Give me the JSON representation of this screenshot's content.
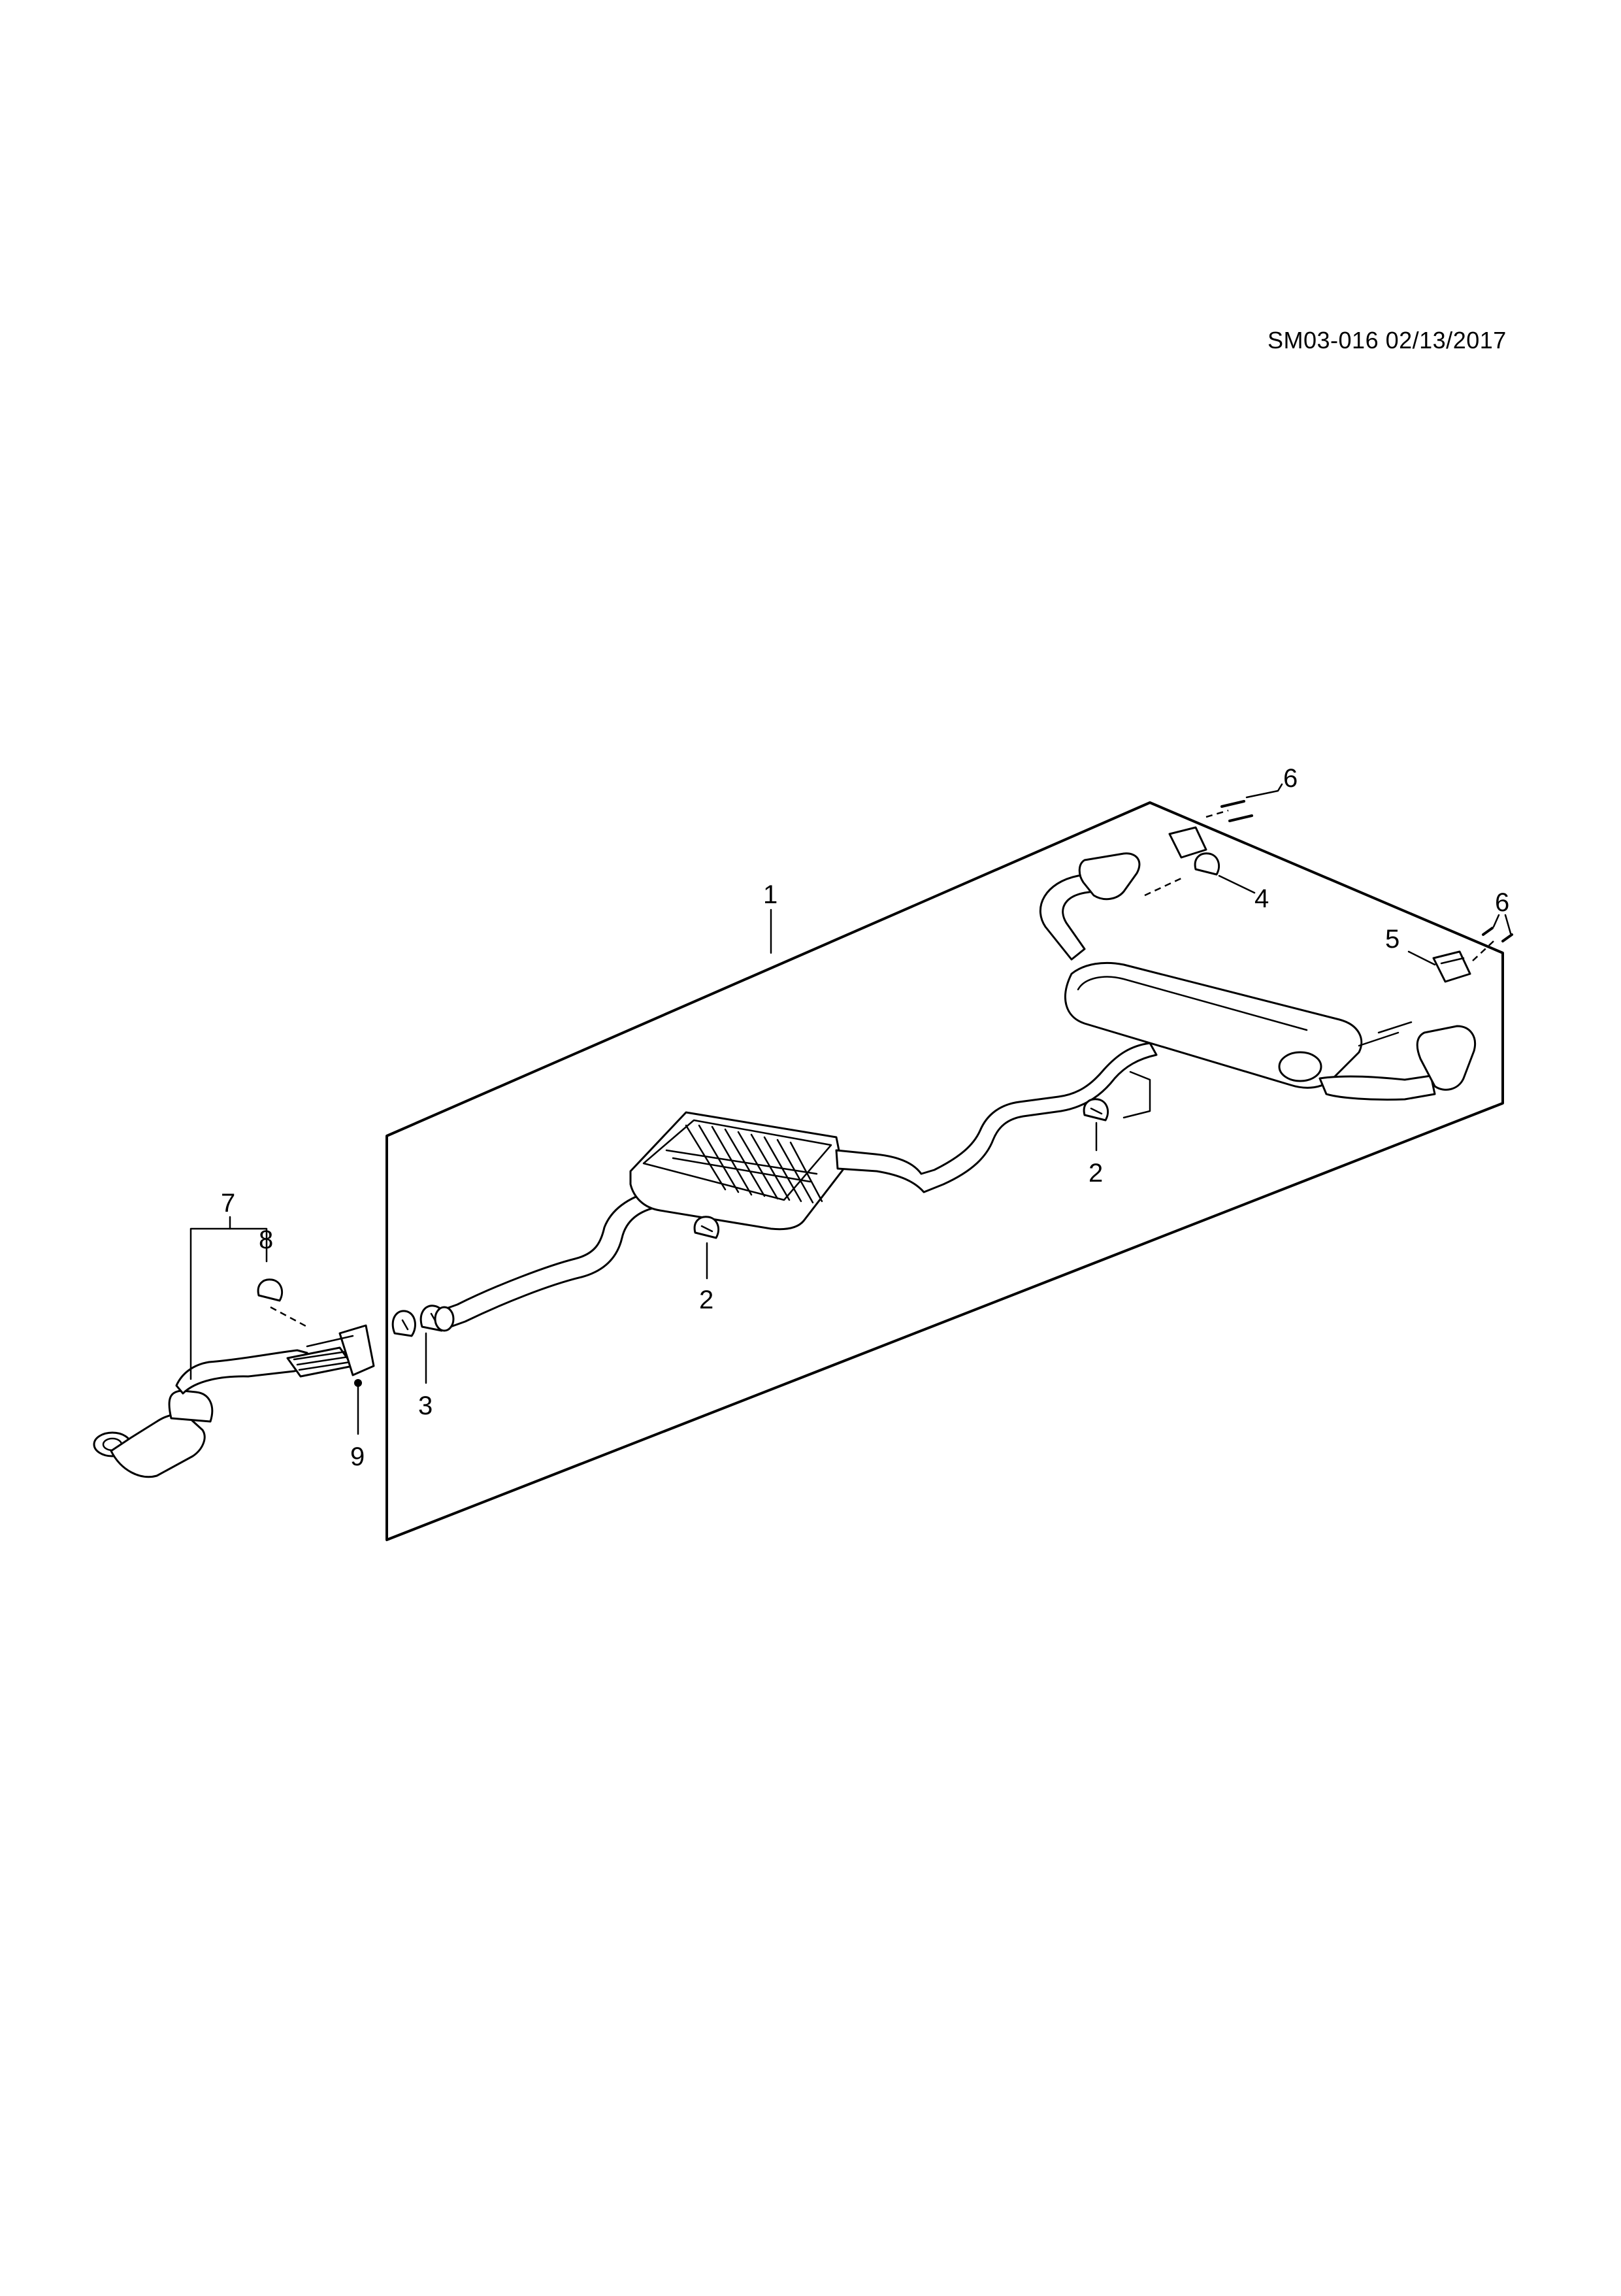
{
  "drawing_id": "SM03-016 02/13/2017",
  "callouts": [
    {
      "id": "c1",
      "label": "1"
    },
    {
      "id": "c2a",
      "label": "2"
    },
    {
      "id": "c2b",
      "label": "2"
    },
    {
      "id": "c3",
      "label": "3"
    },
    {
      "id": "c4",
      "label": "4"
    },
    {
      "id": "c5",
      "label": "5"
    },
    {
      "id": "c6a",
      "label": "6"
    },
    {
      "id": "c6b",
      "label": "6"
    },
    {
      "id": "c7",
      "label": "7"
    },
    {
      "id": "c8",
      "label": "8"
    },
    {
      "id": "c9",
      "label": "9"
    }
  ]
}
